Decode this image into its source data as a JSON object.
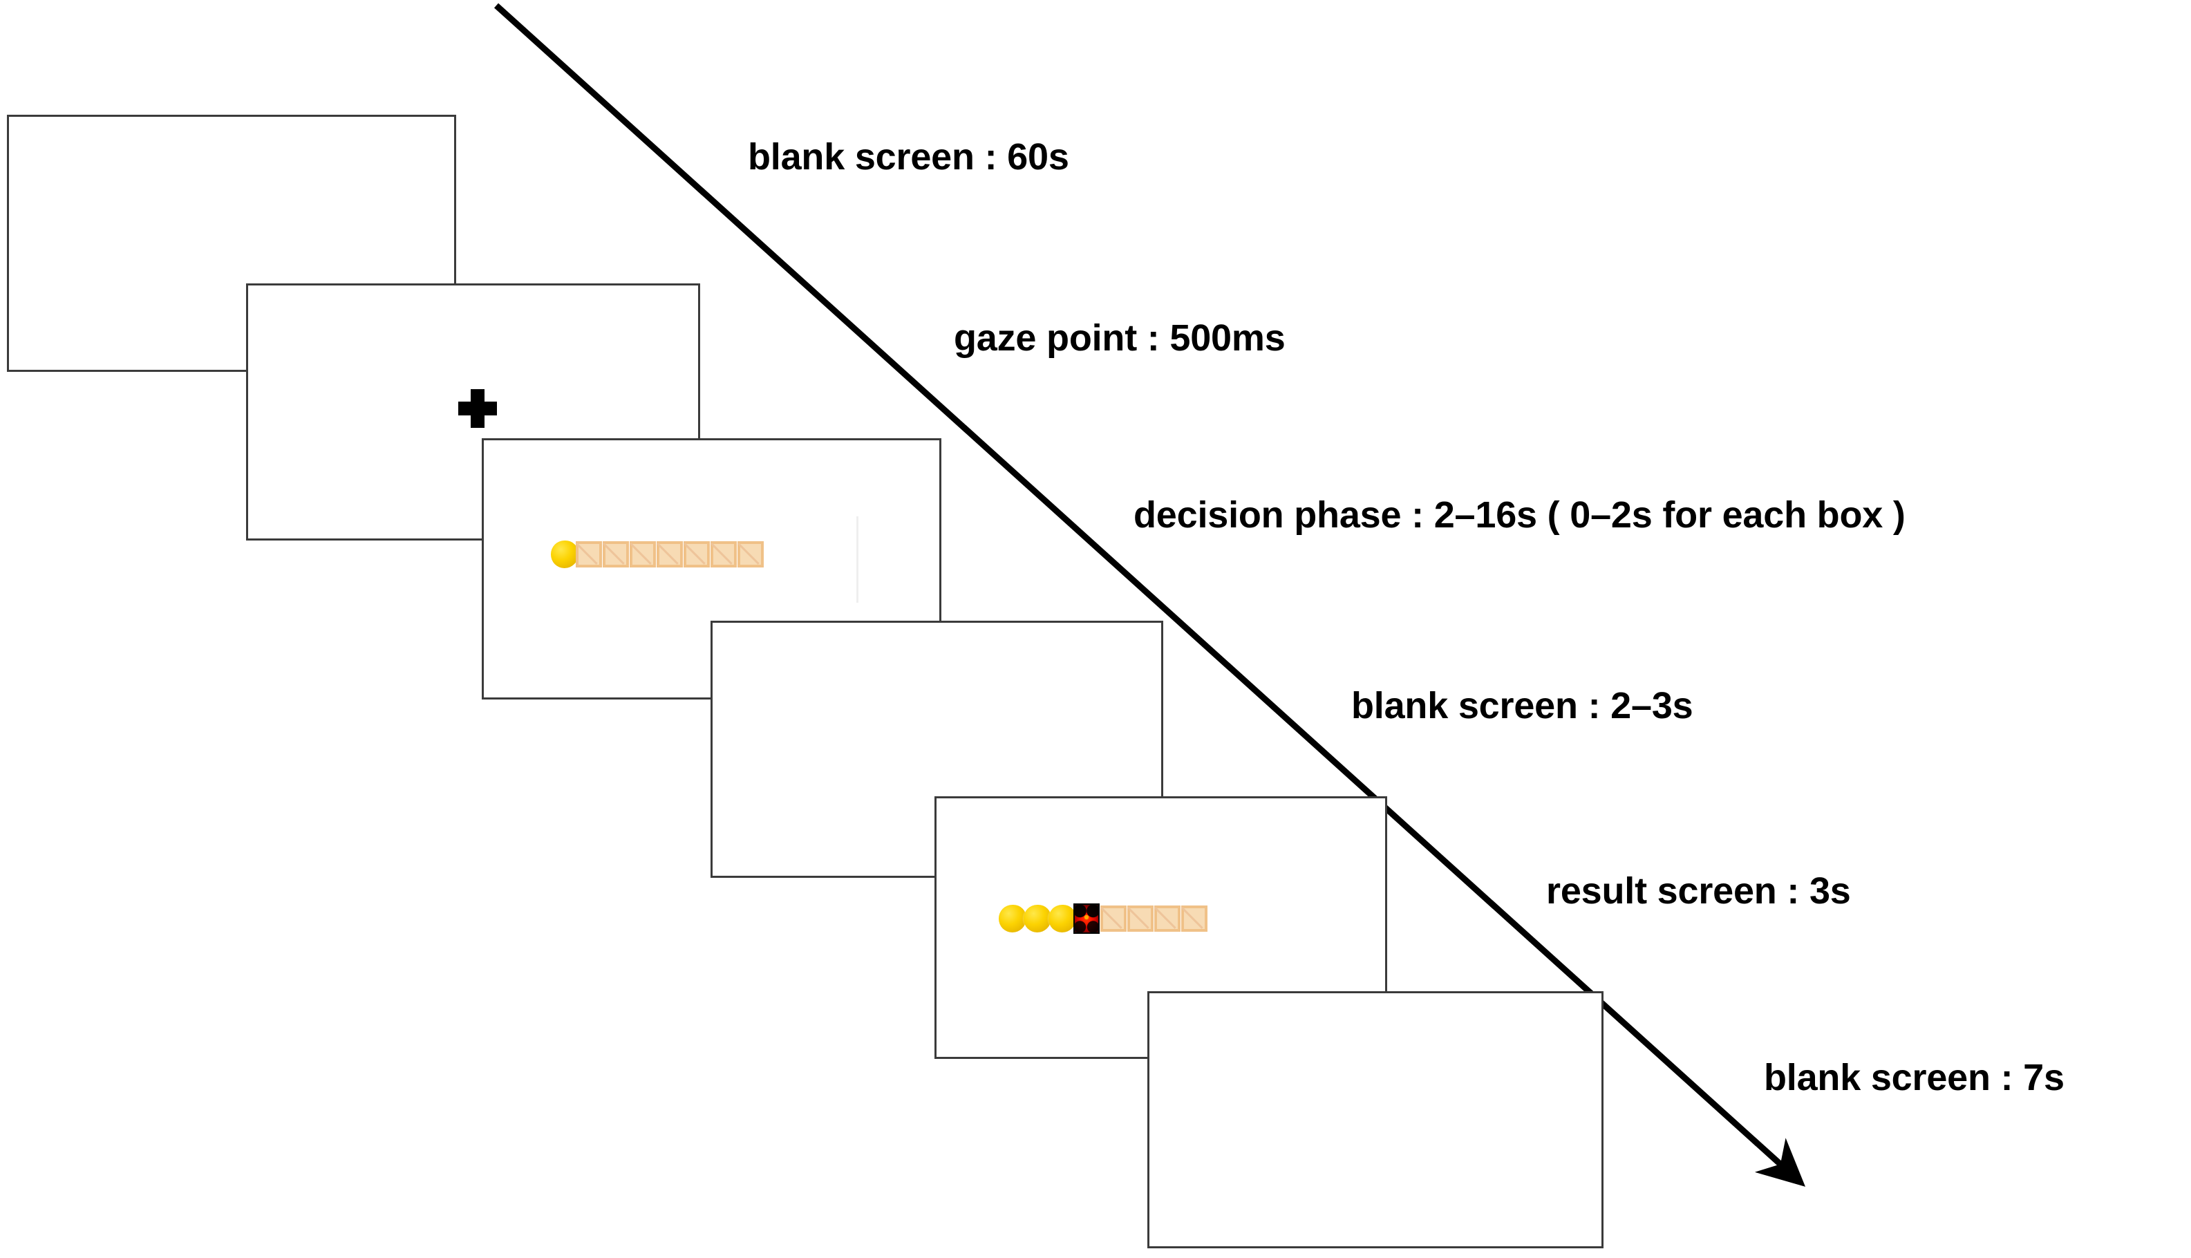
{
  "figure": {
    "type": "experiment-timeline-diagram",
    "background_color": "#ffffff",
    "frame_border_color": "#3b3b3b",
    "arrow_color": "#000000",
    "coin_color": "#fcd302",
    "box_color": "#f7dbb4",
    "box_border_color": "#f0c188",
    "explosion_color": "#ff1500"
  },
  "phases": [
    {
      "id": "blank-1",
      "label": "blank screen : 60s"
    },
    {
      "id": "gaze",
      "label": "gaze point : 500ms"
    },
    {
      "id": "decision",
      "label": "decision phase :  2–16s ( 0–2s for each box )"
    },
    {
      "id": "blank-2",
      "label": "blank screen : 2–3s"
    },
    {
      "id": "result",
      "label": "result screen : 3s"
    },
    {
      "id": "blank-3",
      "label": "blank screen : 7s"
    }
  ],
  "screens": {
    "blank_1": {
      "name": "blank-screen-1",
      "content": ""
    },
    "gaze": {
      "name": "gaze-point-screen",
      "content": "fixation cross"
    },
    "decision": {
      "name": "decision-phase-screen",
      "coins": 1,
      "closed_boxes": 7,
      "exploded": 0
    },
    "blank_2": {
      "name": "blank-screen-2",
      "content": ""
    },
    "result": {
      "name": "result-screen",
      "coins": 3,
      "exploded": 1,
      "closed_boxes": 4
    },
    "blank_3": {
      "name": "blank-screen-3",
      "content": ""
    }
  }
}
